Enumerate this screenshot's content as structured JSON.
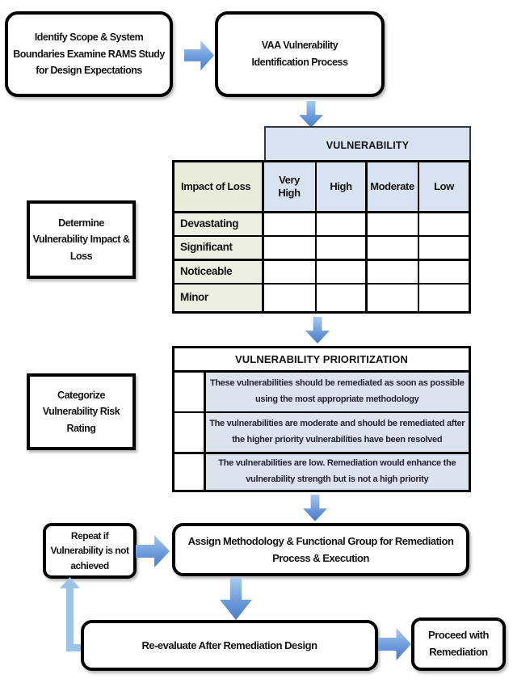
{
  "colors": {
    "red": "#FF0000",
    "yellow": "#FFFF00",
    "green": "#00A651",
    "header_blue": "#D9E2F0",
    "impact_beige": "#E9ECDB",
    "row_beige": "#EEEFE3",
    "prior_row_blue": "#DCE3EE",
    "arrow_light": "#A9C9EF",
    "arrow_mid": "#6D9CDB",
    "arrow_dark": "#4A7BC4",
    "feedback_blue": "#9DC3E6"
  },
  "flow": {
    "identify": "Identify Scope & System Boundaries Examine RAMS Study for Design Expectations",
    "vaa": "VAA Vulnerability Identification Process",
    "determine": "Determine Vulnerability Impact & Loss",
    "categorize": "Categorize Vulnerability Risk Rating",
    "repeat": "Repeat if Vulnerability is not achieved",
    "assign": "Assign Methodology & Functional Group for Remediation Process & Execution",
    "reevaluate": "Re-evaluate After Remediation Design",
    "proceed": "Proceed with Remediation"
  },
  "matrix": {
    "title": "VULNERABILITY",
    "row_header": "Impact of Loss",
    "columns": [
      "Very High",
      "High",
      "Moderate",
      "Low"
    ],
    "rows": [
      {
        "label": "Devastating",
        "cells": [
          "red",
          "red",
          "red",
          "yellow"
        ]
      },
      {
        "label": "Significant",
        "cells": [
          "red",
          "red",
          "yellow",
          "green"
        ]
      },
      {
        "label": "Noticeable",
        "cells": [
          "red",
          "yellow",
          "yellow",
          "green"
        ]
      },
      {
        "label": "Minor",
        "cells": [
          "yellow",
          "yellow",
          "green",
          "green"
        ]
      }
    ]
  },
  "prioritization": {
    "title": "VULNERABILITY PRIORITIZATION",
    "rows": [
      {
        "color": "red",
        "text": "These vulnerabilities should be remediated as soon as possible using the most appropriate methodology"
      },
      {
        "color": "yellow",
        "text": "The vulnerabilities are moderate and should be remediated after the higher priority vulnerabilities have been resolved"
      },
      {
        "color": "green",
        "text": "The vulnerabilities are low. Remediation would enhance the vulnerability strength but is not a high priority"
      }
    ]
  }
}
